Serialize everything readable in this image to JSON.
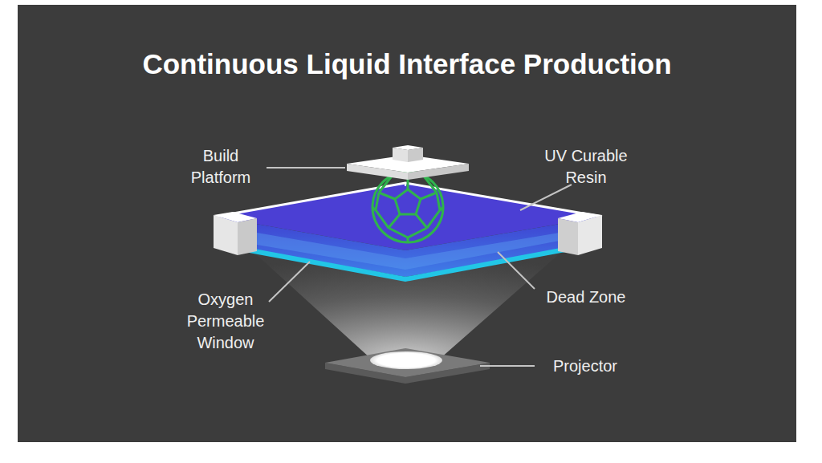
{
  "diagram": {
    "title": "Continuous Liquid Interface Production",
    "labels": [
      "Build Platform",
      "UV Curable Resin",
      "Oxygen Permeable Window",
      "Dead Zone",
      "Projector"
    ]
  }
}
